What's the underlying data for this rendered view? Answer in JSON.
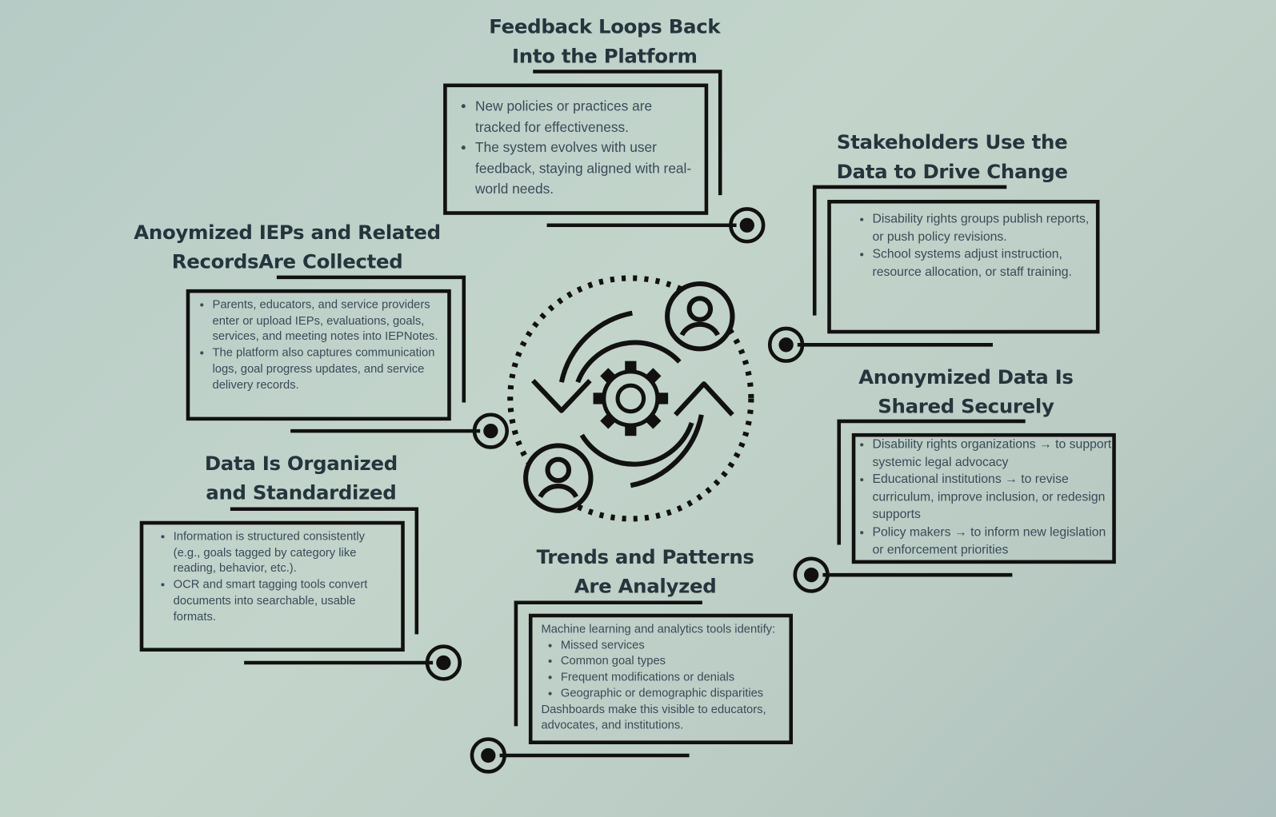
{
  "sections": {
    "feedback": {
      "title": [
        "Feedback Loops Back",
        "Into the Platform"
      ],
      "bullets": [
        "New policies or practices are tracked for effectiveness.",
        "The system evolves with user feedback, staying aligned with real-world needs."
      ]
    },
    "stakeholders": {
      "title": [
        "Stakeholders Use the",
        "Data to Drive Change"
      ],
      "bullets": [
        "Disability rights groups publish reports, or push policy revisions.",
        "School systems adjust instruction, resource allocation, or staff training."
      ]
    },
    "collected": {
      "title": [
        "Anoymized IEPs and Related",
        "RecordsAre Collected"
      ],
      "bullets": [
        "Parents, educators, and service providers enter or upload IEPs, evaluations, goals, services, and meeting notes into IEPNotes.",
        "The platform also captures communication logs, goal progress updates, and service delivery records."
      ]
    },
    "organized": {
      "title": [
        "Data Is Organized",
        "and Standardized"
      ],
      "bullets": [
        "Information is structured consistently (e.g., goals tagged by category like reading, behavior, etc.).",
        "OCR and smart tagging tools convert documents into searchable, usable formats."
      ]
    },
    "shared": {
      "title": [
        "Anonymized Data Is",
        "Shared Securely"
      ],
      "bullets": [
        "Disability rights organizations → to support systemic legal advocacy",
        "Educational institutions → to revise curriculum, improve inclusion, or redesign supports",
        "Policy makers → to inform new legislation or enforcement priorities"
      ]
    },
    "trends": {
      "title": [
        "Trends and Patterns",
        "Are Analyzed"
      ],
      "intro": "Machine learning and analytics tools identify:",
      "bullets": [
        "Missed services",
        "Common goal types",
        "Frequent modifications or denials",
        "Geographic or demographic disparities"
      ],
      "outro": "Dashboards make this visible to educators, advocates, and institutions."
    }
  },
  "colors": {
    "ink": "#111111",
    "title": "#26353c",
    "body": "#3b4a58"
  }
}
